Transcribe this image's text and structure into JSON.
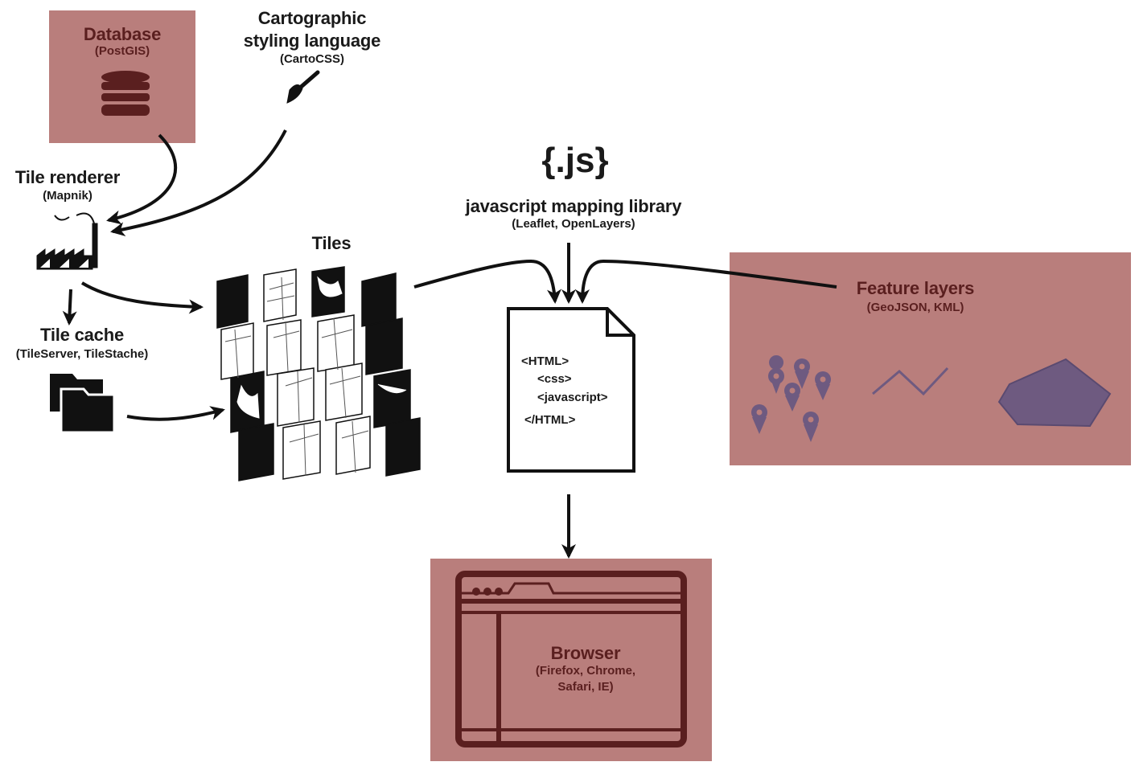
{
  "database": {
    "title": "Database",
    "subtitle": "(PostGIS)"
  },
  "styling": {
    "title_line1": "Cartographic",
    "title_line2": "styling language",
    "subtitle": "(CartoCSS)"
  },
  "renderer": {
    "title": "Tile renderer",
    "subtitle": "(Mapnik)"
  },
  "cache": {
    "title": "Tile cache",
    "subtitle": "(TileServer, TileStache)"
  },
  "tiles": {
    "title": "Tiles"
  },
  "js_library": {
    "symbol": "{.js}",
    "title": "javascript mapping library",
    "subtitle": "(Leaflet, OpenLayers)"
  },
  "html_doc": {
    "line1": "<HTML>",
    "line2": "<css>",
    "line3": "<javascript>",
    "line4": "</HTML>"
  },
  "feature_layers": {
    "title": "Feature layers",
    "subtitle": "(GeoJSON, KML)"
  },
  "browser": {
    "title": "Browser",
    "subtitle_line1": "(Firefox, Chrome,",
    "subtitle_line2": "Safari, IE)"
  },
  "colors": {
    "box_fill": "#b97e7c",
    "box_dark": "#5a1f1f",
    "feature_icon": "#6e5a80"
  }
}
